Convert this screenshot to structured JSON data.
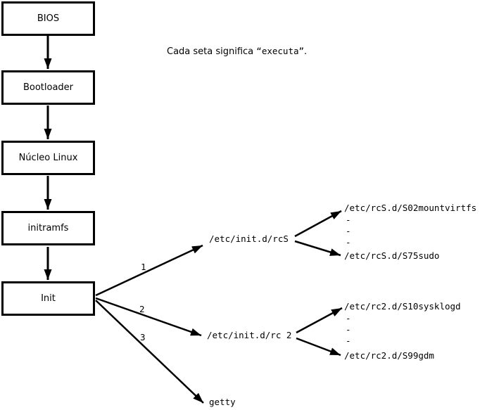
{
  "note": {
    "prefix": "Cada seta significa ",
    "quoted": "“executa”",
    "suffix": "."
  },
  "chain": [
    {
      "label": "BIOS"
    },
    {
      "label": "Bootloader"
    },
    {
      "label": "Núcleo Linux"
    },
    {
      "label": "initramfs"
    },
    {
      "label": "Init"
    }
  ],
  "branch_numbers": [
    "1",
    "2",
    "3"
  ],
  "rcs": {
    "script": "/etc/init.d/rcS",
    "first_child": "/etc/rcS.d/S02mountvirtfs",
    "dashes": [
      "-",
      "-",
      "-"
    ],
    "last_child": "/etc/rcS.d/S75sudo"
  },
  "rc2": {
    "script": "/etc/init.d/rc 2",
    "first_child": "/etc/rc2.d/S10sysklogd",
    "dashes": [
      "-",
      "-",
      "-"
    ],
    "last_child": "/etc/rc2.d/S99gdm"
  },
  "getty": {
    "label": "getty"
  },
  "colors": {
    "line": "#000000",
    "background": "#ffffff"
  }
}
